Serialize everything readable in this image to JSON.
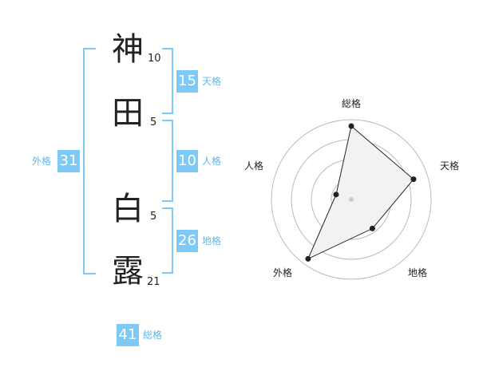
{
  "accent_color": "#7ccaf5",
  "accent_text_color": "#5bb8ee",
  "name": {
    "chars": [
      {
        "char": "神",
        "strokes": "10"
      },
      {
        "char": "田",
        "strokes": "5"
      },
      {
        "char": "白",
        "strokes": "5"
      },
      {
        "char": "露",
        "strokes": "21"
      }
    ]
  },
  "fortunes": {
    "tenkaku": {
      "value": "15",
      "label": "天格"
    },
    "jinkaku": {
      "value": "10",
      "label": "人格"
    },
    "chikaku": {
      "value": "26",
      "label": "地格"
    },
    "gaikaku": {
      "value": "31",
      "label": "外格"
    },
    "soukaku": {
      "value": "41",
      "label": "総格"
    }
  },
  "radar": {
    "labels": {
      "top": "総格",
      "right": "天格",
      "bottom_right": "地格",
      "bottom_left": "外格",
      "left": "人格"
    },
    "levels": 4,
    "values": {
      "top": 0.92,
      "right": 0.82,
      "bottom_right": 0.45,
      "bottom_left": 0.92,
      "left": 0.2
    }
  }
}
